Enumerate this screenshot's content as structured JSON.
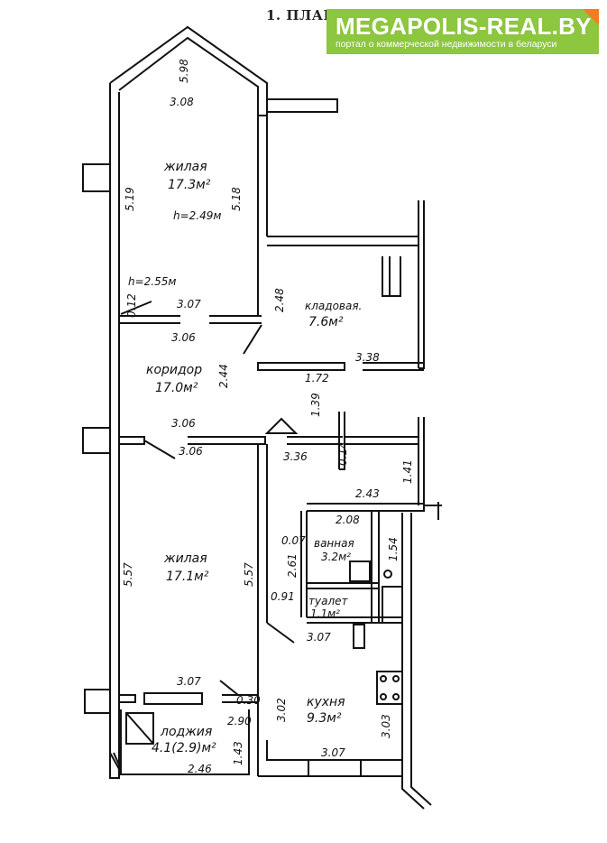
{
  "header": {
    "title": "1. ПЛАН"
  },
  "banner": {
    "name": "MEGAPOLIS-REAL.BY",
    "tagline": "портал о коммерческой недвижимости в беларуси",
    "color": "#8dc63f",
    "accent": "#f47b20"
  },
  "rooms": {
    "living1": {
      "name": "жилая",
      "area": "17.3м²",
      "height": "h=2.49м"
    },
    "pantry": {
      "name": "кладовая.",
      "area": "7.6м²"
    },
    "corridor": {
      "name": "коридор",
      "area": "17.0м²",
      "height": "h=2.55м"
    },
    "living2": {
      "name": "жилая",
      "area": "17.1м²"
    },
    "bathroom": {
      "name": "ванная",
      "area": "3.2м²"
    },
    "toilet": {
      "name": "туалет",
      "area": "1.1м²"
    },
    "kitchen": {
      "name": "кухня",
      "area": "9.3м²"
    },
    "loggia": {
      "name": "лоджия",
      "area": "4.1(2.9)м²"
    }
  },
  "dimensions": {
    "d598": "5.98",
    "d308": "3.08",
    "d519": "5.19",
    "d518": "5.18",
    "d012": "0.12",
    "d307a": "3.07",
    "d306a": "3.06",
    "d248": "2.48",
    "d338": "3.38",
    "d244": "2.44",
    "d172": "1.72",
    "d139": "1.39",
    "d306b": "3.06",
    "d306c": "3.06",
    "d336": "3.36",
    "d014": "0.14",
    "d141": "1.41",
    "d243": "2.43",
    "d208": "2.08",
    "d007": "0.07",
    "d154": "1.54",
    "d261": "2.61",
    "d091": "0.91",
    "d557a": "5.57",
    "d557b": "5.57",
    "d307b": "3.07",
    "d307c": "3.07",
    "d030": "0.30",
    "d302": "3.02",
    "d303": "3.03",
    "d290": "2.90",
    "d143": "1.43",
    "d246": "2.46",
    "d307d": "3.07"
  }
}
